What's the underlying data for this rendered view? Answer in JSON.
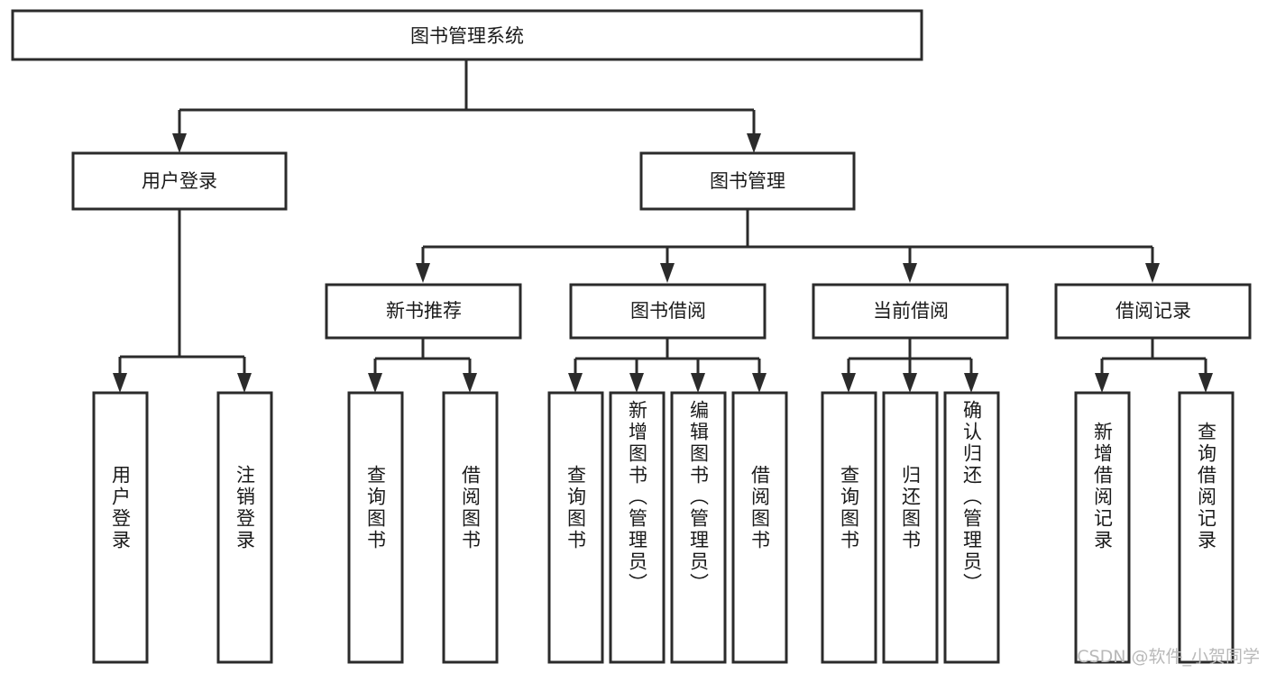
{
  "diagram": {
    "type": "tree-hierarchy",
    "title": "图书管理系统",
    "watermark": "CSDN @软件_小贺同学",
    "colors": {
      "stroke": "#2b2b2b",
      "box_fill": "#ffffff",
      "text": "#1a1a1a",
      "background": "#ffffff",
      "watermark": "#b9b9b9"
    },
    "levels": {
      "root": {
        "label": "图书管理系统"
      },
      "level2": [
        {
          "label": "用户登录"
        },
        {
          "label": "图书管理"
        }
      ],
      "level3": [
        {
          "label": "新书推荐"
        },
        {
          "label": "图书借阅"
        },
        {
          "label": "当前借阅"
        },
        {
          "label": "借阅记录"
        }
      ],
      "leaves": [
        {
          "label": "用户登录",
          "parent": "用户登录"
        },
        {
          "label": "注销登录",
          "parent": "用户登录"
        },
        {
          "label": "查询图书",
          "parent": "新书推荐"
        },
        {
          "label": "借阅图书",
          "parent": "新书推荐"
        },
        {
          "label": "查询图书",
          "parent": "图书借阅"
        },
        {
          "label": "新增图书（管理员）",
          "parent": "图书借阅"
        },
        {
          "label": "编辑图书（管理员）",
          "parent": "图书借阅"
        },
        {
          "label": "借阅图书",
          "parent": "图书借阅"
        },
        {
          "label": "查询图书",
          "parent": "当前借阅"
        },
        {
          "label": "归还图书",
          "parent": "当前借阅"
        },
        {
          "label": "确认归还（管理员）",
          "parent": "当前借阅"
        },
        {
          "label": "新增借阅记录",
          "parent": "借阅记录"
        },
        {
          "label": "查询借阅记录",
          "parent": "借阅记录"
        }
      ]
    }
  }
}
